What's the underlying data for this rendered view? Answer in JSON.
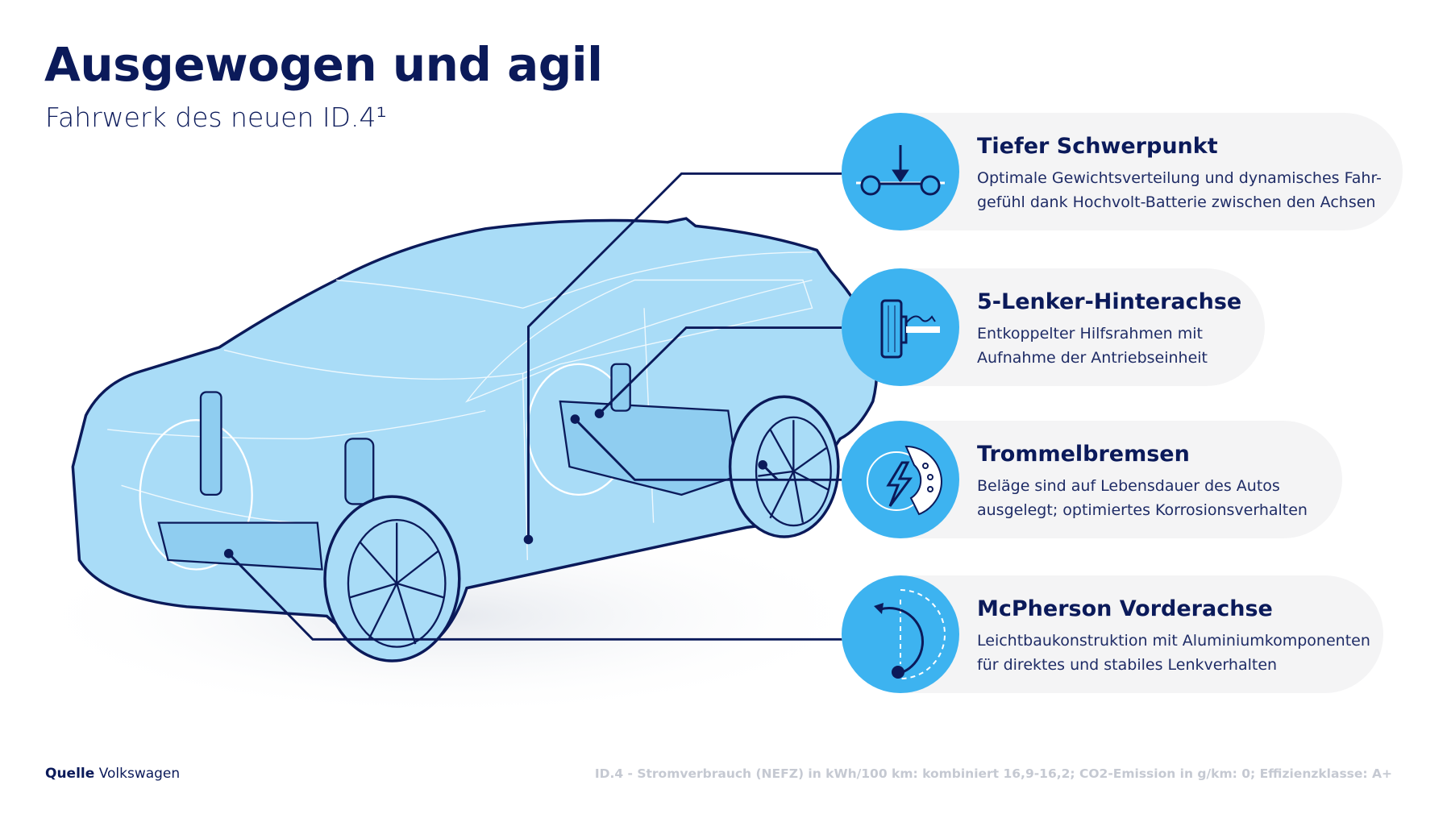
{
  "header": {
    "title": "Ausgewogen und agil",
    "subtitle": "Fahrwerk des neuen ID.4¹"
  },
  "features": [
    {
      "title": "Tiefer Schwerpunkt",
      "line1": "Optimale Gewichtsverteilung und dynamisches Fahr-",
      "line2": "gefühl dank Hochvolt-Batterie zwischen den Achsen",
      "icon": "center-of-gravity-icon"
    },
    {
      "title": "5-Lenker-Hinterachse",
      "line1": "Entkoppelter Hilfsrahmen mit",
      "line2": "Aufnahme der Antriebseinheit",
      "icon": "rear-axle-icon"
    },
    {
      "title": "Trommelbremsen",
      "line1": "Beläge sind auf Lebensdauer des Autos",
      "line2": "ausgelegt; optimiertes Korrosionsverhalten",
      "icon": "drum-brake-icon"
    },
    {
      "title": "McPherson Vorderachse",
      "line1": "Leichtbaukonstruktion mit Aluminiumkomponenten",
      "line2": "für direktes und stabiles Lenkverhalten",
      "icon": "steering-icon"
    }
  ],
  "footer": {
    "source_label": "Quelle",
    "source_value": "Volkswagen",
    "note": "ID.4 - Stromverbrauch (NEFZ) in kWh/100 km: kombiniert 16,9-16,2; CO2-Emission in g/km: 0; Effizienzklasse: A+"
  },
  "colors": {
    "navy": "#0b1a5a",
    "accent": "#3db3f0",
    "car_fill": "#a9dcf7",
    "card": "#f4f4f5"
  }
}
